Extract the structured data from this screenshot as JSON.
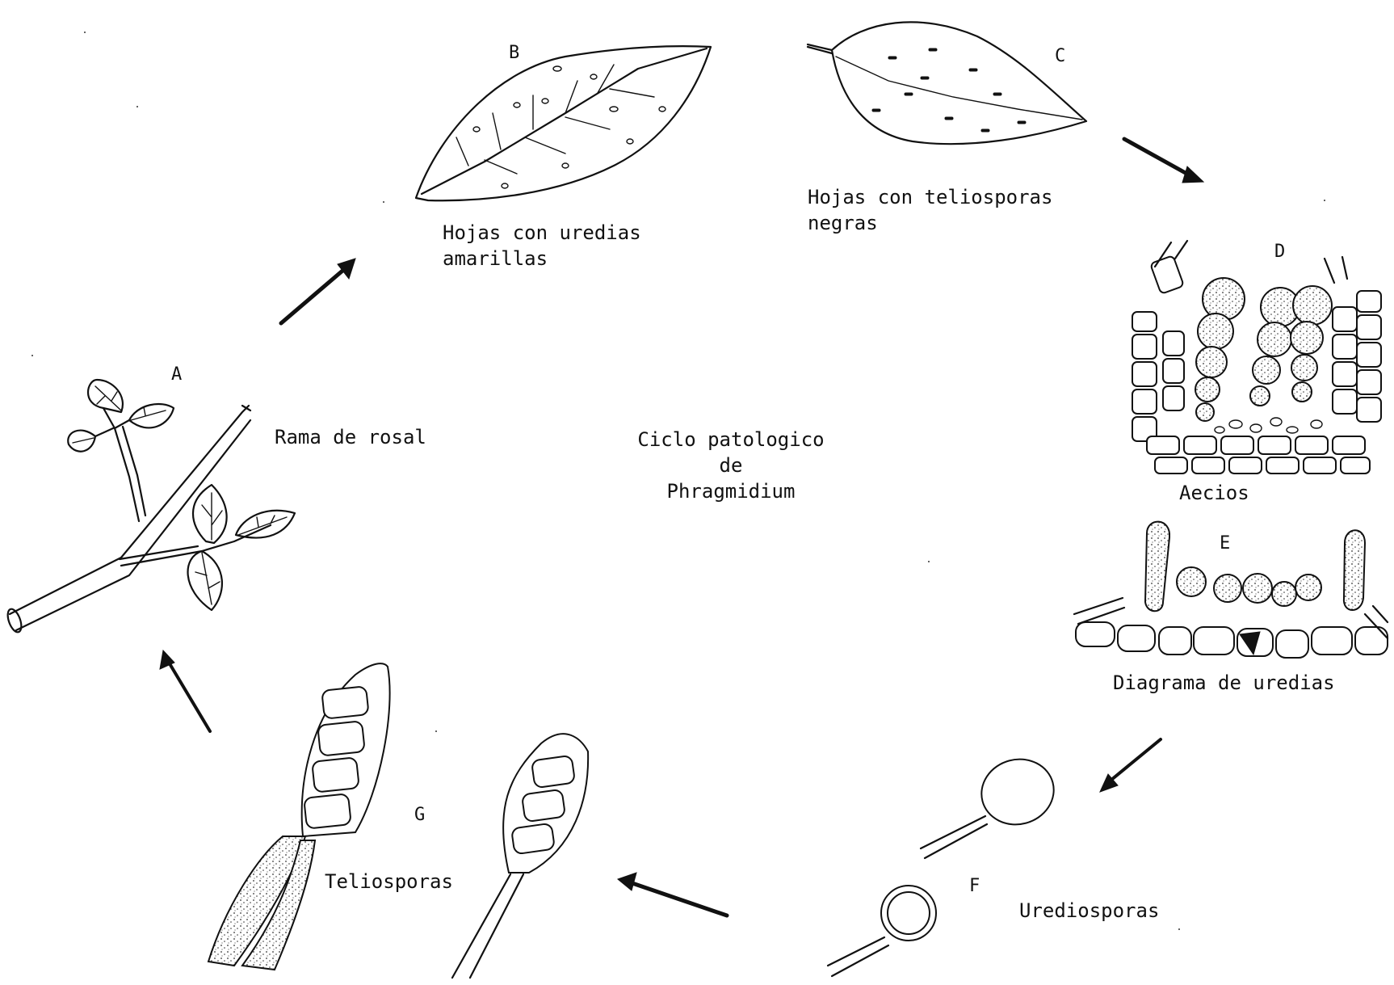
{
  "diagram": {
    "title_lines": [
      "Ciclo patologico",
      "de",
      "Phragmidium"
    ],
    "stages": {
      "A": {
        "letter": "A",
        "label": "Rama de rosal"
      },
      "B": {
        "letter": "B",
        "label_lines": [
          "Hojas con uredias",
          "amarillas"
        ]
      },
      "C": {
        "letter": "C",
        "label_lines": [
          "Hojas con teliosporas",
          "negras"
        ]
      },
      "D": {
        "letter": "D",
        "label": "Aecios"
      },
      "E": {
        "letter": "E",
        "label": "Diagrama de uredias"
      },
      "F": {
        "letter": "F",
        "label": "Urediosporas"
      },
      "G": {
        "letter": "G",
        "label": "Teliosporas"
      }
    },
    "arrows": [
      {
        "from": "A",
        "to": "B"
      },
      {
        "from": "C",
        "to": "D"
      },
      {
        "from": "E",
        "to": "F"
      },
      {
        "from": "F",
        "to": "G"
      },
      {
        "from": "G",
        "to": "A"
      }
    ],
    "colors": {
      "ink": "#111111",
      "background": "#ffffff"
    }
  }
}
